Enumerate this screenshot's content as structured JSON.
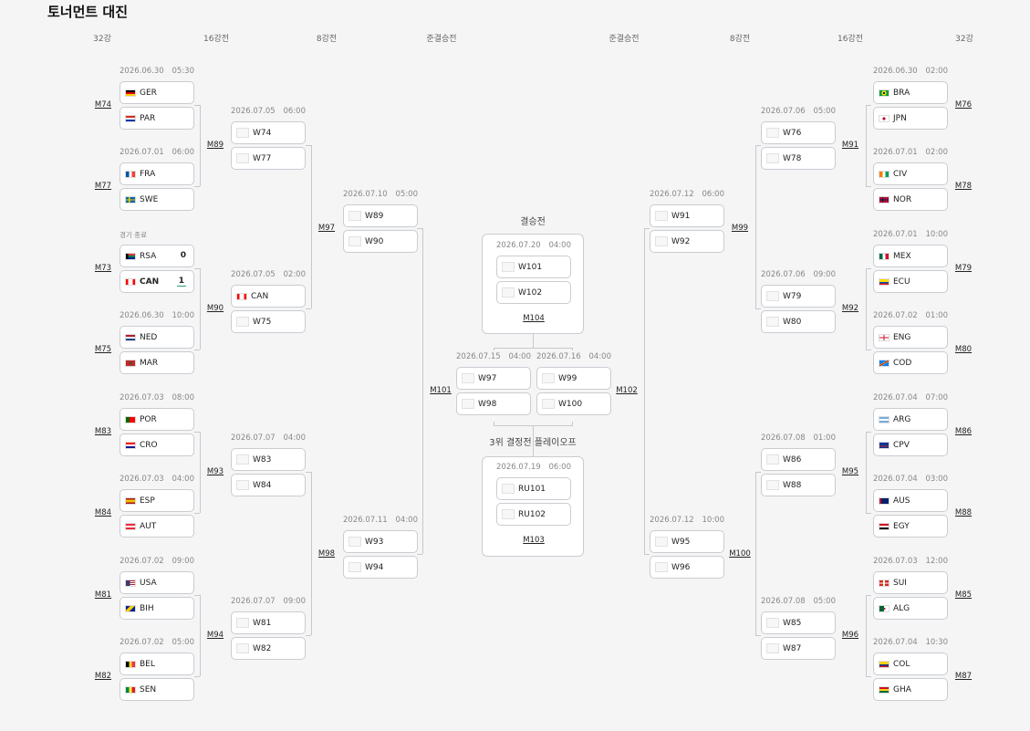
{
  "title": "토너먼트 대진",
  "round_headers": [
    "32강",
    "16강전",
    "8강전",
    "준결승전",
    "준결승전",
    "8강전",
    "16강전",
    "32강"
  ],
  "final_title": "결승전",
  "third_title": "3위 결정전 플레이오프",
  "matches": [
    {
      "id": "M74",
      "date": "2026.06.30",
      "time": "05:30",
      "teams": [
        {
          "name": "GER",
          "flag": "ger"
        },
        {
          "name": "PAR",
          "flag": "par"
        }
      ]
    },
    {
      "id": "M77",
      "date": "2026.07.01",
      "time": "06:00",
      "teams": [
        {
          "name": "FRA",
          "flag": "fra"
        },
        {
          "name": "SWE",
          "flag": "swe"
        }
      ]
    },
    {
      "id": "M73",
      "date": "경기 종료",
      "time": "",
      "teams": [
        {
          "name": "RSA",
          "flag": "rsa",
          "score": "0"
        },
        {
          "name": "CAN",
          "flag": "can",
          "score": "1",
          "winner": true
        }
      ]
    },
    {
      "id": "M75",
      "date": "2026.06.30",
      "time": "10:00",
      "teams": [
        {
          "name": "NED",
          "flag": "ned"
        },
        {
          "name": "MAR",
          "flag": "mar"
        }
      ]
    },
    {
      "id": "M83",
      "date": "2026.07.03",
      "time": "08:00",
      "teams": [
        {
          "name": "POR",
          "flag": "por"
        },
        {
          "name": "CRO",
          "flag": "cro"
        }
      ]
    },
    {
      "id": "M84",
      "date": "2026.07.03",
      "time": "04:00",
      "teams": [
        {
          "name": "ESP",
          "flag": "esp"
        },
        {
          "name": "AUT",
          "flag": "aut"
        }
      ]
    },
    {
      "id": "M81",
      "date": "2026.07.02",
      "time": "09:00",
      "teams": [
        {
          "name": "USA",
          "flag": "usa"
        },
        {
          "name": "BIH",
          "flag": "bih"
        }
      ]
    },
    {
      "id": "M82",
      "date": "2026.07.02",
      "time": "05:00",
      "teams": [
        {
          "name": "BEL",
          "flag": "bel"
        },
        {
          "name": "SEN",
          "flag": "sen"
        }
      ]
    },
    {
      "id": "M89",
      "date": "2026.07.05",
      "time": "06:00",
      "teams": [
        {
          "name": "W74"
        },
        {
          "name": "W77"
        }
      ]
    },
    {
      "id": "M90",
      "date": "2026.07.05",
      "time": "02:00",
      "teams": [
        {
          "name": "CAN",
          "flag": "can"
        },
        {
          "name": "W75"
        }
      ]
    },
    {
      "id": "M93",
      "date": "2026.07.07",
      "time": "04:00",
      "teams": [
        {
          "name": "W83"
        },
        {
          "name": "W84"
        }
      ]
    },
    {
      "id": "M94",
      "date": "2026.07.07",
      "time": "09:00",
      "teams": [
        {
          "name": "W81"
        },
        {
          "name": "W82"
        }
      ]
    },
    {
      "id": "M97",
      "date": "2026.07.10",
      "time": "05:00",
      "teams": [
        {
          "name": "W89"
        },
        {
          "name": "W90"
        }
      ]
    },
    {
      "id": "M98",
      "date": "2026.07.11",
      "time": "04:00",
      "teams": [
        {
          "name": "W93"
        },
        {
          "name": "W94"
        }
      ]
    },
    {
      "id": "M101",
      "date": "2026.07.15",
      "time": "04:00",
      "teams": [
        {
          "name": "W97"
        },
        {
          "name": "W98"
        }
      ]
    },
    {
      "id": "M104",
      "date": "2026.07.20",
      "time": "04:00",
      "teams": [
        {
          "name": "W101"
        },
        {
          "name": "W102"
        }
      ]
    },
    {
      "id": "M103",
      "date": "2026.07.19",
      "time": "06:00",
      "teams": [
        {
          "name": "RU101"
        },
        {
          "name": "RU102"
        }
      ]
    },
    {
      "id": "M102",
      "date": "2026.07.16",
      "time": "04:00",
      "teams": [
        {
          "name": "W99"
        },
        {
          "name": "W100"
        }
      ]
    },
    {
      "id": "M99",
      "date": "2026.07.12",
      "time": "06:00",
      "teams": [
        {
          "name": "W91"
        },
        {
          "name": "W92"
        }
      ]
    },
    {
      "id": "M100",
      "date": "2026.07.12",
      "time": "10:00",
      "teams": [
        {
          "name": "W95"
        },
        {
          "name": "W96"
        }
      ]
    },
    {
      "id": "M91",
      "date": "2026.07.06",
      "time": "05:00",
      "teams": [
        {
          "name": "W76"
        },
        {
          "name": "W78"
        }
      ]
    },
    {
      "id": "M92",
      "date": "2026.07.06",
      "time": "09:00",
      "teams": [
        {
          "name": "W79"
        },
        {
          "name": "W80"
        }
      ]
    },
    {
      "id": "M95",
      "date": "2026.07.08",
      "time": "01:00",
      "teams": [
        {
          "name": "W86"
        },
        {
          "name": "W88"
        }
      ]
    },
    {
      "id": "M96",
      "date": "2026.07.08",
      "time": "05:00",
      "teams": [
        {
          "name": "W85"
        },
        {
          "name": "W87"
        }
      ]
    },
    {
      "id": "M76",
      "date": "2026.06.30",
      "time": "02:00",
      "teams": [
        {
          "name": "BRA",
          "flag": "bra"
        },
        {
          "name": "JPN",
          "flag": "jpn"
        }
      ]
    },
    {
      "id": "M78",
      "date": "2026.07.01",
      "time": "02:00",
      "teams": [
        {
          "name": "CIV",
          "flag": "civ"
        },
        {
          "name": "NOR",
          "flag": "nor"
        }
      ]
    },
    {
      "id": "M79",
      "date": "2026.07.01",
      "time": "10:00",
      "teams": [
        {
          "name": "MEX",
          "flag": "mex"
        },
        {
          "name": "ECU",
          "flag": "ecu"
        }
      ]
    },
    {
      "id": "M80",
      "date": "2026.07.02",
      "time": "01:00",
      "teams": [
        {
          "name": "ENG",
          "flag": "eng"
        },
        {
          "name": "COD",
          "flag": "cod"
        }
      ]
    },
    {
      "id": "M86",
      "date": "2026.07.04",
      "time": "07:00",
      "teams": [
        {
          "name": "ARG",
          "flag": "arg"
        },
        {
          "name": "CPV",
          "flag": "cpv"
        }
      ]
    },
    {
      "id": "M88",
      "date": "2026.07.04",
      "time": "03:00",
      "teams": [
        {
          "name": "AUS",
          "flag": "aus"
        },
        {
          "name": "EGY",
          "flag": "egy"
        }
      ]
    },
    {
      "id": "M85",
      "date": "2026.07.03",
      "time": "12:00",
      "teams": [
        {
          "name": "SUI",
          "flag": "sui"
        },
        {
          "name": "ALG",
          "flag": "alg"
        }
      ]
    },
    {
      "id": "M87",
      "date": "2026.07.04",
      "time": "10:30",
      "teams": [
        {
          "name": "COL",
          "flag": "col"
        },
        {
          "name": "GHA",
          "flag": "gha"
        }
      ]
    }
  ]
}
